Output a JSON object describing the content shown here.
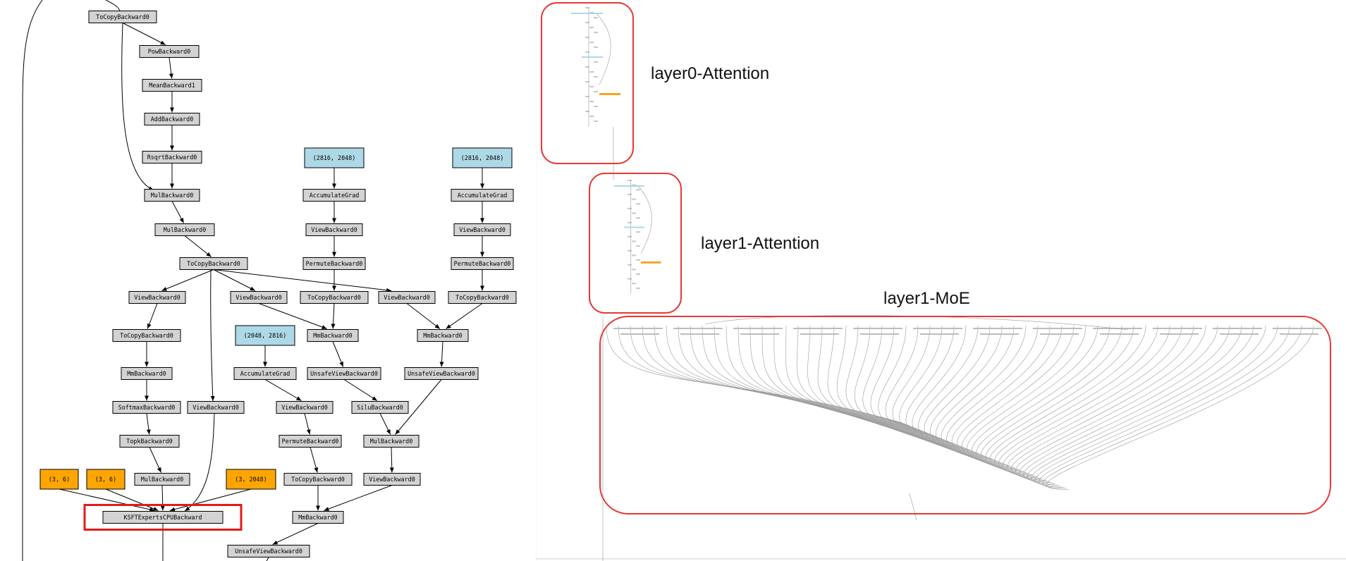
{
  "graph": {
    "colors": {
      "default": "#d3d3d3",
      "param": "#add8e6",
      "input": "#ffa500",
      "highlight": "#e01b1b"
    },
    "nodes": [
      {
        "id": "tocopy0",
        "label": "ToCopyBackward0",
        "kind": "default"
      },
      {
        "id": "pow",
        "label": "PowBackward0",
        "kind": "default"
      },
      {
        "id": "mean",
        "label": "MeanBackward1",
        "kind": "default"
      },
      {
        "id": "add",
        "label": "AddBackward0",
        "kind": "default"
      },
      {
        "id": "rsqrt",
        "label": "RsqrtBackward0",
        "kind": "default"
      },
      {
        "id": "mul1",
        "label": "MulBackward0",
        "kind": "default"
      },
      {
        "id": "mul2",
        "label": "MulBackward0",
        "kind": "default"
      },
      {
        "id": "tocopy1",
        "label": "ToCopyBackward0",
        "kind": "default"
      },
      {
        "id": "p1",
        "label": "(2816, 2048)",
        "kind": "param"
      },
      {
        "id": "p2",
        "label": "(2816, 2048)",
        "kind": "param"
      },
      {
        "id": "acc1",
        "label": "AccumulateGrad",
        "kind": "default"
      },
      {
        "id": "acc2",
        "label": "AccumulateGrad",
        "kind": "default"
      },
      {
        "id": "view1",
        "label": "ViewBackward0",
        "kind": "default"
      },
      {
        "id": "view2",
        "label": "ViewBackward0",
        "kind": "default"
      },
      {
        "id": "perm1",
        "label": "PermuteBackward0",
        "kind": "default"
      },
      {
        "id": "perm2",
        "label": "PermuteBackward0",
        "kind": "default"
      },
      {
        "id": "viewA",
        "label": "ViewBackward0",
        "kind": "default"
      },
      {
        "id": "viewB",
        "label": "ViewBackward0",
        "kind": "default"
      },
      {
        "id": "tocopyC",
        "label": "ToCopyBackward0",
        "kind": "default"
      },
      {
        "id": "viewD",
        "label": "ViewBackward0",
        "kind": "default"
      },
      {
        "id": "tocopyE",
        "label": "ToCopyBackward0",
        "kind": "default"
      },
      {
        "id": "tocopyF",
        "label": "ToCopyBackward0",
        "kind": "default"
      },
      {
        "id": "mm1",
        "label": "MmBackward0",
        "kind": "default"
      },
      {
        "id": "mm2",
        "label": "MmBackward0",
        "kind": "default"
      },
      {
        "id": "p3",
        "label": "(2048, 2816)",
        "kind": "param"
      },
      {
        "id": "mmG",
        "label": "MmBackward0",
        "kind": "default"
      },
      {
        "id": "acc3",
        "label": "AccumulateGrad",
        "kind": "default"
      },
      {
        "id": "unsafe1",
        "label": "UnsafeViewBackward0",
        "kind": "default"
      },
      {
        "id": "unsafe2",
        "label": "UnsafeViewBackward0",
        "kind": "default"
      },
      {
        "id": "softmax",
        "label": "SoftmaxBackward0",
        "kind": "default"
      },
      {
        "id": "viewE",
        "label": "ViewBackward0",
        "kind": "default"
      },
      {
        "id": "viewF",
        "label": "ViewBackward0",
        "kind": "default"
      },
      {
        "id": "silu",
        "label": "SiluBackward0",
        "kind": "default"
      },
      {
        "id": "topk",
        "label": "TopkBackward0",
        "kind": "default"
      },
      {
        "id": "perm3",
        "label": "PermuteBackward0",
        "kind": "default"
      },
      {
        "id": "mul3",
        "label": "MulBackward0",
        "kind": "default"
      },
      {
        "id": "in1",
        "label": "(3, 6)",
        "kind": "input"
      },
      {
        "id": "in2",
        "label": "(3, 6)",
        "kind": "input"
      },
      {
        "id": "mul4",
        "label": "MulBackward0",
        "kind": "default"
      },
      {
        "id": "in3",
        "label": "(3, 2048)",
        "kind": "input"
      },
      {
        "id": "tocopyG",
        "label": "ToCopyBackward0",
        "kind": "default"
      },
      {
        "id": "viewG",
        "label": "ViewBackward0",
        "kind": "default"
      },
      {
        "id": "ksft",
        "label": "KSFTExpertsCPUBackward",
        "kind": "default",
        "highlight": true
      },
      {
        "id": "mm3",
        "label": "MmBackward0",
        "kind": "default"
      },
      {
        "id": "unsafe3",
        "label": "UnsafeViewBackward0",
        "kind": "default"
      }
    ]
  },
  "overview": {
    "regions": [
      {
        "id": "layer0-attention",
        "label": "layer0-Attention"
      },
      {
        "id": "layer1-attention",
        "label": "layer1-Attention"
      },
      {
        "id": "layer1-moe",
        "label": "layer1-MoE"
      }
    ]
  }
}
